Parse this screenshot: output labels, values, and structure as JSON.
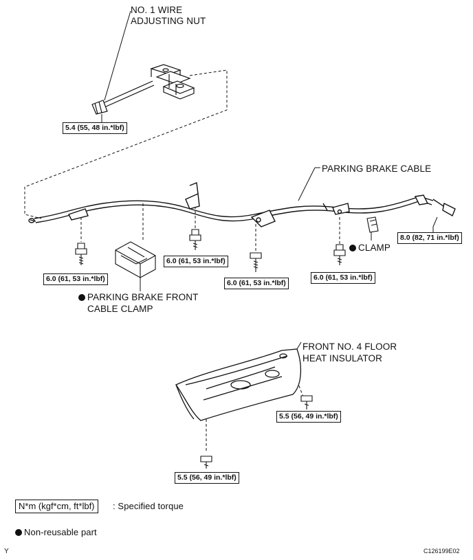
{
  "labels": {
    "adjusting_nut": [
      "NO. 1 WIRE",
      "ADJUSTING NUT"
    ],
    "parking_brake_cable": "PARKING BRAKE CABLE",
    "front_cable_clamp": [
      "PARKING BRAKE FRONT",
      "CABLE CLAMP"
    ],
    "clamp": "CLAMP",
    "heat_insulator": [
      "FRONT NO. 4 FLOOR",
      "HEAT INSULATOR"
    ]
  },
  "torques": {
    "adjusting_nut": "5.4 (55, 48 in.*lbf)",
    "bolt_left": "6.0 (61, 53 in.*lbf)",
    "bolt_center_left": "6.0 (61, 53 in.*lbf)",
    "bolt_center": "6.0 (61, 53 in.*lbf)",
    "bolt_right": "6.0 (61, 53 in.*lbf)",
    "cable_end": "8.0 (82, 71 in.*lbf)",
    "insulator_right": "5.5 (56, 49 in.*lbf)",
    "insulator_bottom": "5.5 (56, 49 in.*lbf)"
  },
  "legend": {
    "torque_unit": "N*m (kgf*cm, ft*lbf)",
    "torque_text": ": Specified torque",
    "nonreusable_text": "Non-reusable part"
  },
  "footer": {
    "left": "Y",
    "code": "C126199E02"
  }
}
